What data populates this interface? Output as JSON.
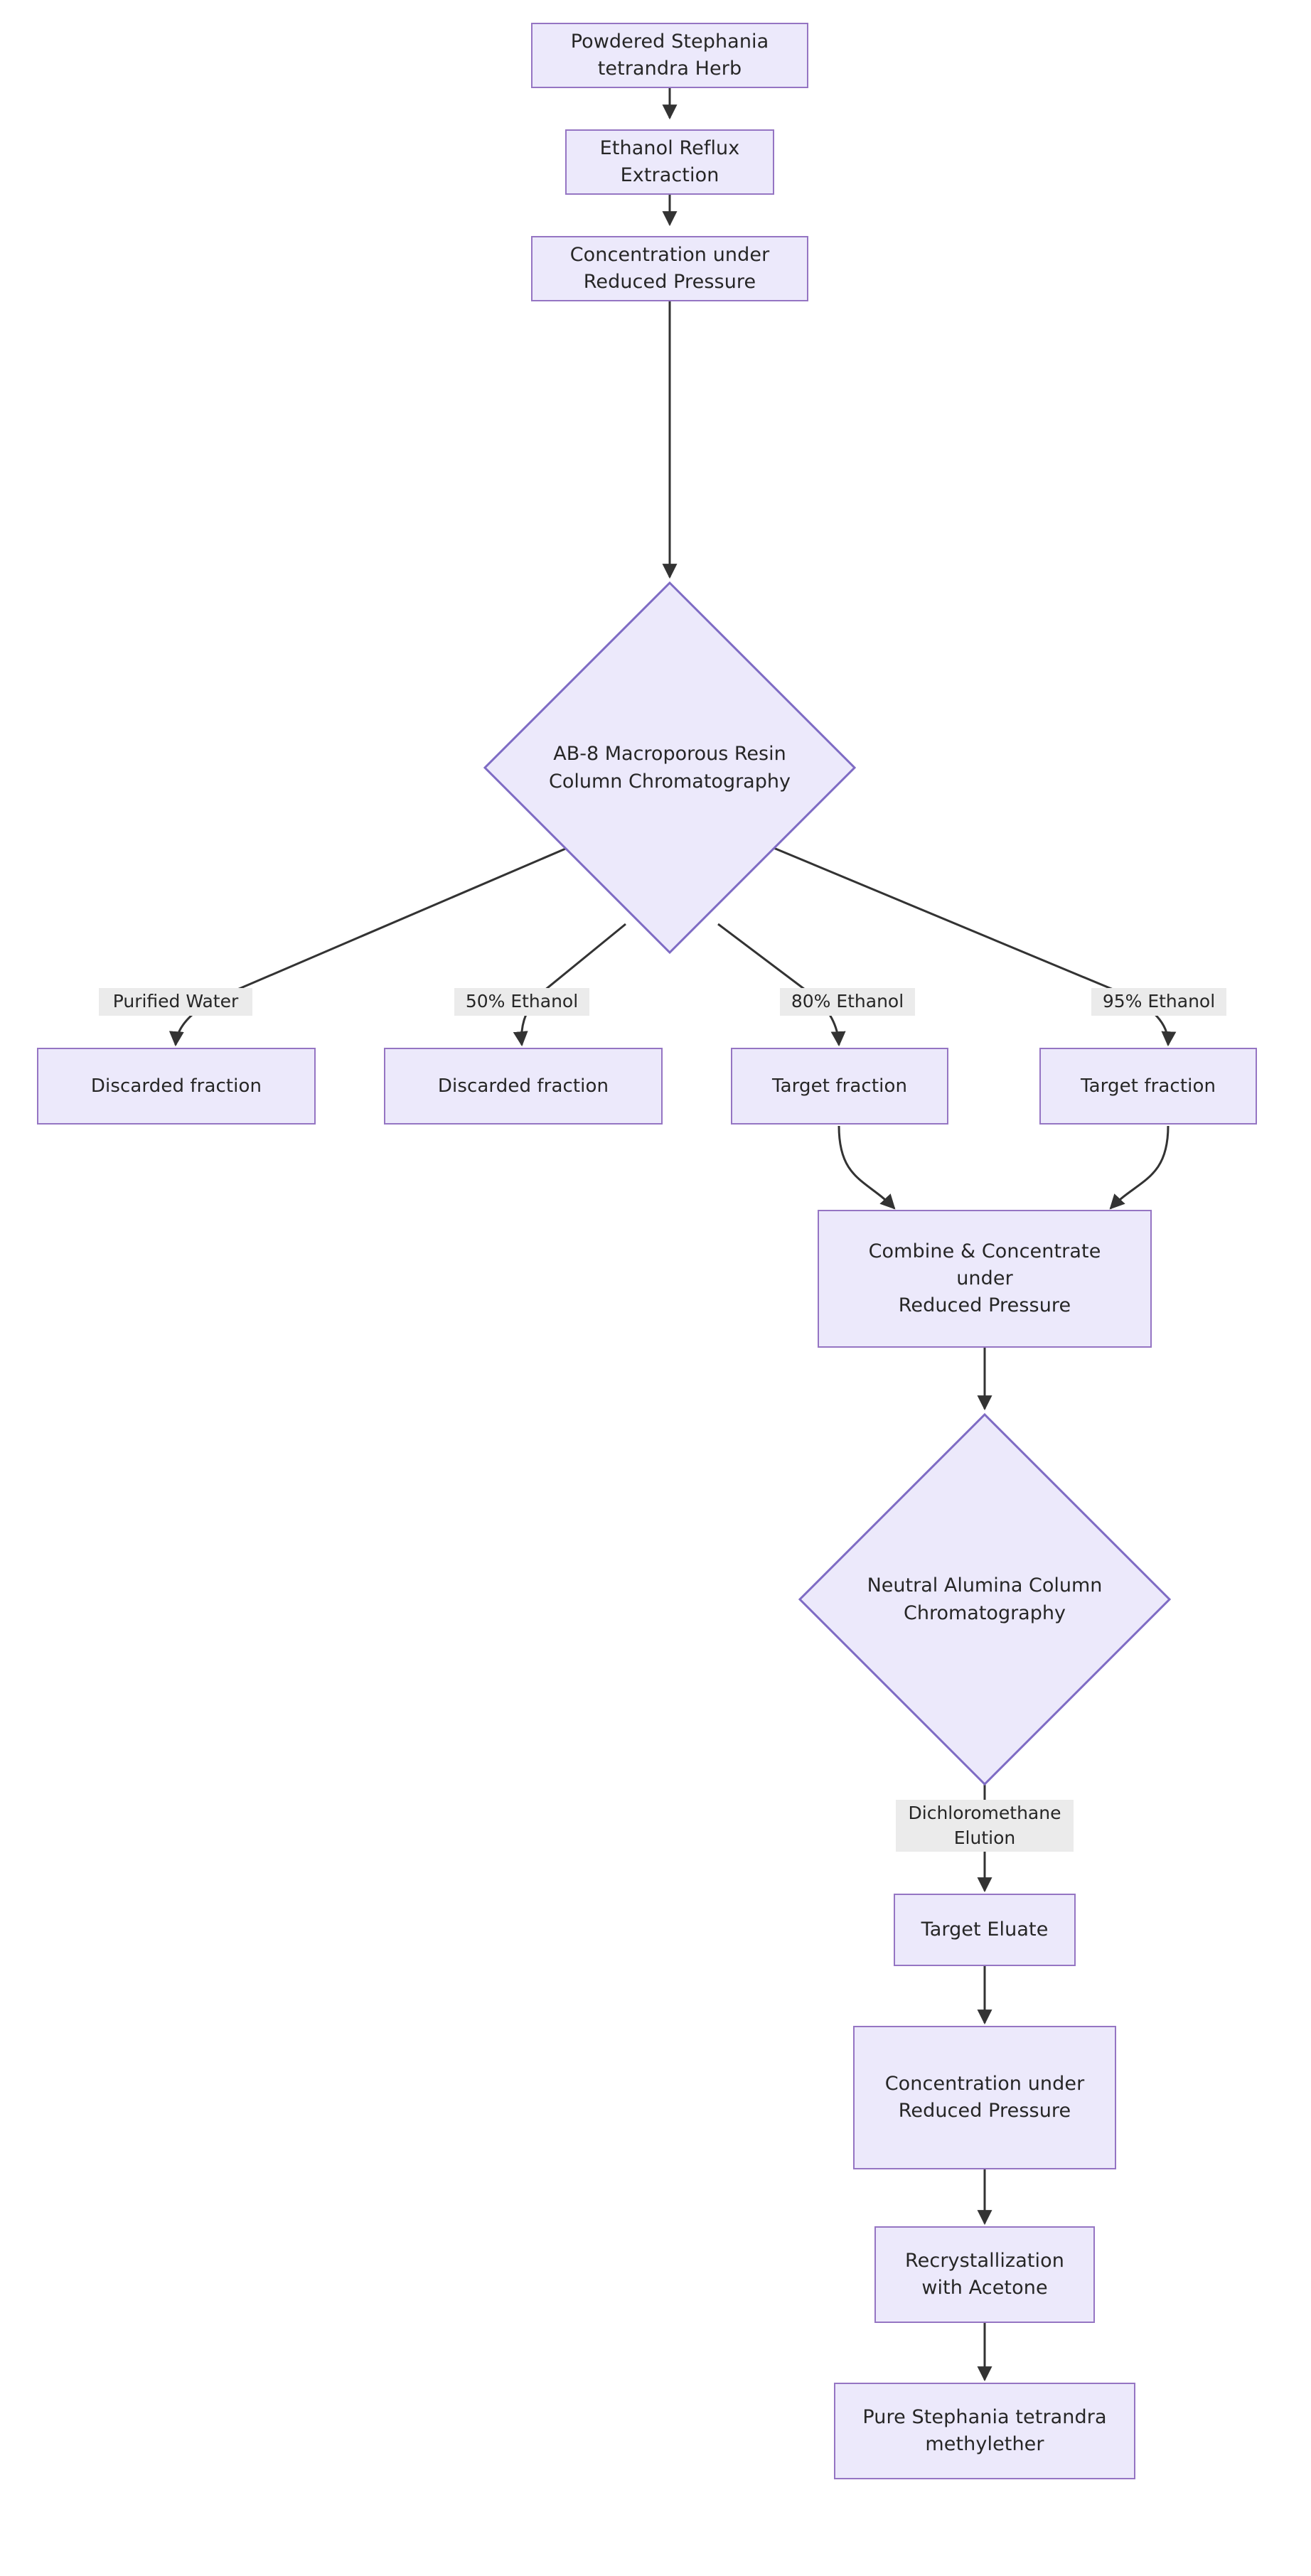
{
  "diagram": {
    "title": "Stephania tetrandra methylether extraction and purification flowchart",
    "orientation": "top-to-bottom",
    "colors": {
      "node_fill": "#ece9fb",
      "node_border": "#9575c3",
      "node_text": "#262626",
      "edge_line": "#333333",
      "edge_label_bg": "#ebebeb",
      "background": "#ffffff"
    },
    "nodes": [
      {
        "id": "n1",
        "shape": "rect",
        "label": "Powdered Stephania\ntetrandra Herb"
      },
      {
        "id": "n2",
        "shape": "rect",
        "label": "Ethanol Reflux\nExtraction"
      },
      {
        "id": "n3",
        "shape": "rect",
        "label": "Concentration under\nReduced Pressure"
      },
      {
        "id": "n4",
        "shape": "diamond",
        "label": "AB-8 Macroporous Resin\nColumn Chromatography"
      },
      {
        "id": "n5",
        "shape": "rect",
        "label": "Discarded fraction"
      },
      {
        "id": "n6",
        "shape": "rect",
        "label": "Discarded fraction"
      },
      {
        "id": "n7",
        "shape": "rect",
        "label": "Target fraction"
      },
      {
        "id": "n8",
        "shape": "rect",
        "label": "Target fraction"
      },
      {
        "id": "n9",
        "shape": "rect",
        "label": "Combine & Concentrate\nunder\nReduced Pressure"
      },
      {
        "id": "n10",
        "shape": "diamond",
        "label": "Neutral Alumina Column\nChromatography"
      },
      {
        "id": "n11",
        "shape": "rect",
        "label": "Target Eluate"
      },
      {
        "id": "n12",
        "shape": "rect",
        "label": "Concentration under\nReduced Pressure"
      },
      {
        "id": "n13",
        "shape": "rect",
        "label": "Recrystallization\nwith Acetone"
      },
      {
        "id": "n14",
        "shape": "rect",
        "label": "Pure Stephania tetrandra\nmethylether"
      }
    ],
    "edges": [
      {
        "from": "n1",
        "to": "n2",
        "label": ""
      },
      {
        "from": "n2",
        "to": "n3",
        "label": ""
      },
      {
        "from": "n3",
        "to": "n4",
        "label": ""
      },
      {
        "from": "n4",
        "to": "n5",
        "label": "Purified Water"
      },
      {
        "from": "n4",
        "to": "n6",
        "label": "50% Ethanol"
      },
      {
        "from": "n4",
        "to": "n7",
        "label": "80% Ethanol"
      },
      {
        "from": "n4",
        "to": "n8",
        "label": "95% Ethanol"
      },
      {
        "from": "n7",
        "to": "n9",
        "label": ""
      },
      {
        "from": "n8",
        "to": "n9",
        "label": ""
      },
      {
        "from": "n9",
        "to": "n10",
        "label": ""
      },
      {
        "from": "n10",
        "to": "n11",
        "label": "Dichloromethane\nElution"
      },
      {
        "from": "n11",
        "to": "n12",
        "label": ""
      },
      {
        "from": "n12",
        "to": "n13",
        "label": ""
      },
      {
        "from": "n13",
        "to": "n14",
        "label": ""
      }
    ],
    "edge_labels": [
      {
        "id": "el1",
        "text": "Purified Water"
      },
      {
        "id": "el2",
        "text": "50% Ethanol"
      },
      {
        "id": "el3",
        "text": "80% Ethanol"
      },
      {
        "id": "el4",
        "text": "95% Ethanol"
      },
      {
        "id": "el5",
        "text": "Dichloromethane\nElution"
      }
    ]
  }
}
